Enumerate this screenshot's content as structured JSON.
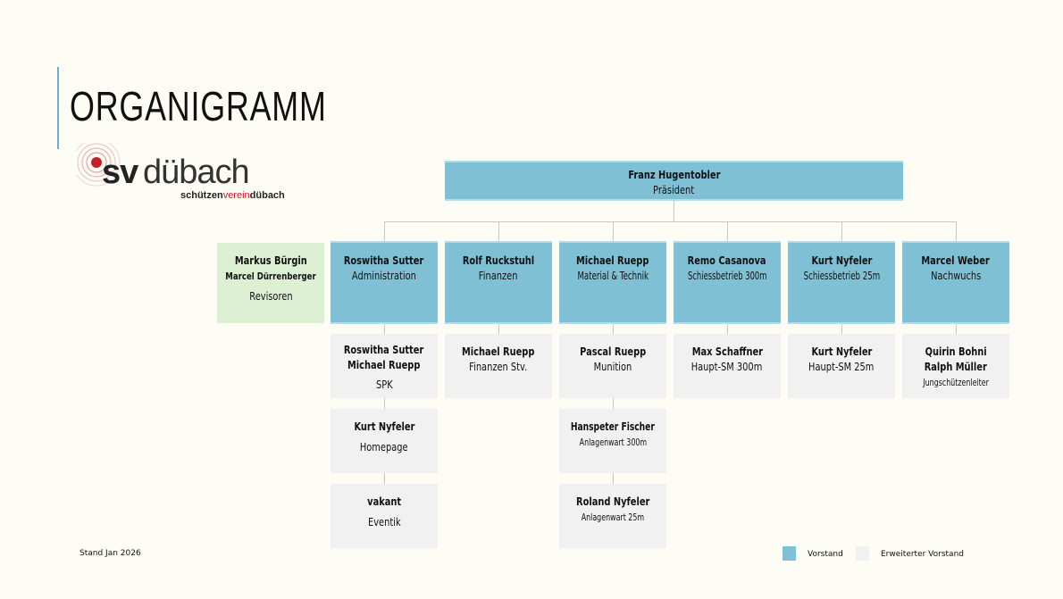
{
  "header": {
    "title": "ORGANIGRAMM"
  },
  "logo": {
    "sv": "sv",
    "place": "dübach",
    "sub_a": "schützen",
    "sub_b": "verein",
    "sub_c": "dübach"
  },
  "colors": {
    "vorstand": "#7fc0d4",
    "erweitert": "#f1f1f1",
    "revisoren": "#ddf0d3",
    "accent": "#6aaed0",
    "logo_red": "#c5202a"
  },
  "president": {
    "name": "Franz Hugentobler",
    "role": "Präsident"
  },
  "revisoren": {
    "name1": "Markus Bürgin",
    "name2": "Marcel Dürrenberger",
    "role": "Revisoren"
  },
  "vorstand": [
    {
      "name": "Roswitha Sutter",
      "role": "Administration"
    },
    {
      "name": "Rolf Ruckstuhl",
      "role": "Finanzen"
    },
    {
      "name": "Michael Ruepp",
      "role": "Material & Technik"
    },
    {
      "name": "Remo Casanova",
      "role": "Schiessbetrieb 300m"
    },
    {
      "name": "Kurt Nyfeler",
      "role": "Schiessbetrieb 25m"
    },
    {
      "name": "Marcel Weber",
      "role": "Nachwuchs"
    }
  ],
  "erweitert": {
    "admin": [
      {
        "name1": "Roswitha Sutter",
        "name2": "Michael Ruepp",
        "role": "SPK"
      },
      {
        "name1": "Kurt Nyfeler",
        "role": "Homepage"
      },
      {
        "name1": "vakant",
        "role": "Eventik"
      }
    ],
    "finanzen": [
      {
        "name1": "Michael Ruepp",
        "role": "Finanzen Stv."
      }
    ],
    "material": [
      {
        "name1": "Pascal Ruepp",
        "role": "Munition"
      },
      {
        "name1": "Hanspeter Fischer",
        "role": "Anlagenwart 300m"
      },
      {
        "name1": "Roland Nyfeler",
        "role": "Anlagenwart 25m"
      }
    ],
    "schiess300": [
      {
        "name1": "Max Schaffner",
        "role": "Haupt-SM 300m"
      }
    ],
    "schiess25": [
      {
        "name1": "Kurt Nyfeler",
        "role": "Haupt-SM 25m"
      }
    ],
    "nachwuchs": [
      {
        "name1": "Quirin Bohni",
        "name2": "Ralph Müller",
        "role": "Jungschützenleiter"
      }
    ]
  },
  "footer": {
    "stand": "Stand Jan 2026"
  },
  "legend": {
    "vorstand": "Vorstand",
    "erweitert": "Erweiterter Vorstand"
  }
}
